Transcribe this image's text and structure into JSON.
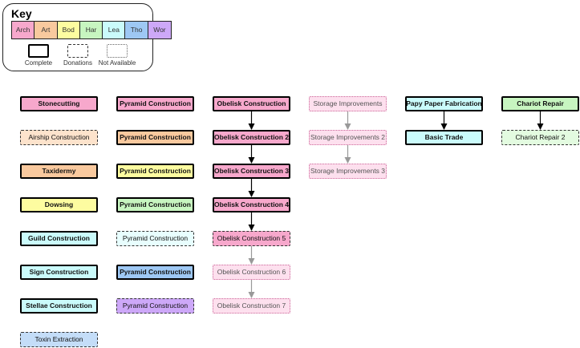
{
  "key": {
    "title": "Key",
    "swatches": [
      {
        "label": "Arch",
        "color": "#f7a8cc"
      },
      {
        "label": "Art",
        "color": "#f9c99e"
      },
      {
        "label": "Bod",
        "color": "#fdfca0"
      },
      {
        "label": "Har",
        "color": "#c7f5c0"
      },
      {
        "label": "Lea",
        "color": "#cafbfb"
      },
      {
        "label": "Tho",
        "color": "#9ec8f4"
      },
      {
        "label": "Wor",
        "color": "#cda8f8"
      }
    ],
    "legend": [
      {
        "label": "Complete",
        "style": "complete"
      },
      {
        "label": "Donations",
        "style": "donations"
      },
      {
        "label": "Not Available",
        "style": "na"
      }
    ]
  },
  "colors": {
    "arch": "#f7a8cc",
    "arch_light": "#fde0ee",
    "art": "#f9c99e",
    "art_light": "#fde3cc",
    "bod": "#fdfca0",
    "har": "#c7f5c0",
    "har_light": "#e3fbe0",
    "lea": "#cafbfb",
    "lea_light": "#e8fefe",
    "tho": "#9ec8f4",
    "tho_light": "#c4ddf8",
    "wor": "#cda8f8"
  },
  "nodes": [
    {
      "id": "stonecutting",
      "label": "Stonecutting",
      "style": "complete",
      "color": "arch"
    },
    {
      "id": "airship",
      "label": "Airship Construction",
      "style": "donations",
      "color": "art_light"
    },
    {
      "id": "taxidermy",
      "label": "Taxidermy",
      "style": "complete",
      "color": "art"
    },
    {
      "id": "dowsing",
      "label": "Dowsing",
      "style": "complete",
      "color": "bod"
    },
    {
      "id": "guild",
      "label": "Guild Construction",
      "style": "complete",
      "color": "lea"
    },
    {
      "id": "sign",
      "label": "Sign Construction",
      "style": "complete",
      "color": "lea"
    },
    {
      "id": "stellae",
      "label": "Stellae Construction",
      "style": "complete",
      "color": "lea"
    },
    {
      "id": "toxin",
      "label": "Toxin Extraction",
      "style": "donations",
      "color": "tho_light"
    },
    {
      "id": "pyr1",
      "label": "Pyramid Construction",
      "style": "complete",
      "color": "arch"
    },
    {
      "id": "pyr2",
      "label": "Pyramid Construction",
      "style": "complete",
      "color": "art"
    },
    {
      "id": "pyr3",
      "label": "Pyramid Construction",
      "style": "complete",
      "color": "bod"
    },
    {
      "id": "pyr4",
      "label": "Pyramid Construction",
      "style": "complete",
      "color": "har"
    },
    {
      "id": "pyr5",
      "label": "Pyramid Construction",
      "style": "donations",
      "color": "lea_light"
    },
    {
      "id": "pyr6",
      "label": "Pyramid Construction",
      "style": "complete",
      "color": "tho"
    },
    {
      "id": "pyr7",
      "label": "Pyramid Construction",
      "style": "donations",
      "color": "wor"
    },
    {
      "id": "ob1",
      "label": "Obelisk Construction",
      "style": "complete",
      "color": "arch"
    },
    {
      "id": "ob2",
      "label": "Obelisk Construction 2",
      "style": "complete",
      "color": "arch"
    },
    {
      "id": "ob3",
      "label": "Obelisk Construction 3",
      "style": "complete",
      "color": "arch"
    },
    {
      "id": "ob4",
      "label": "Obelisk Construction 4",
      "style": "complete",
      "color": "arch"
    },
    {
      "id": "ob5",
      "label": "Obelisk Construction 5",
      "style": "donations",
      "color": "arch"
    },
    {
      "id": "ob6",
      "label": "Obelisk Construction 6",
      "style": "na",
      "color": "arch_light"
    },
    {
      "id": "ob7",
      "label": "Obelisk Construction 7",
      "style": "na",
      "color": "arch_light"
    },
    {
      "id": "st1",
      "label": "Storage Improvements",
      "style": "na",
      "color": "arch_light"
    },
    {
      "id": "st2",
      "label": "Storage Improvements 2",
      "style": "na",
      "color": "arch_light"
    },
    {
      "id": "st3",
      "label": "Storage Improvements 3",
      "style": "na",
      "color": "arch_light"
    },
    {
      "id": "papy",
      "label": "Papy Paper Fabrication",
      "style": "complete",
      "color": "lea"
    },
    {
      "id": "trade",
      "label": "Basic Trade",
      "style": "complete",
      "color": "lea"
    },
    {
      "id": "chariot",
      "label": "Chariot Repair",
      "style": "complete",
      "color": "har"
    },
    {
      "id": "chariot2",
      "label": "Chariot Repair 2",
      "style": "donations",
      "color": "har_light"
    }
  ],
  "edges": [
    {
      "from": "ob1",
      "to": "ob2",
      "kind": "solid"
    },
    {
      "from": "ob2",
      "to": "ob3",
      "kind": "solid"
    },
    {
      "from": "ob3",
      "to": "ob4",
      "kind": "solid"
    },
    {
      "from": "ob4",
      "to": "ob5",
      "kind": "solid"
    },
    {
      "from": "ob5",
      "to": "ob6",
      "kind": "faded"
    },
    {
      "from": "ob6",
      "to": "ob7",
      "kind": "faded"
    },
    {
      "from": "st1",
      "to": "st2",
      "kind": "faded"
    },
    {
      "from": "st2",
      "to": "st3",
      "kind": "faded"
    },
    {
      "from": "papy",
      "to": "trade",
      "kind": "solid"
    },
    {
      "from": "chariot",
      "to": "chariot2",
      "kind": "solid"
    }
  ]
}
